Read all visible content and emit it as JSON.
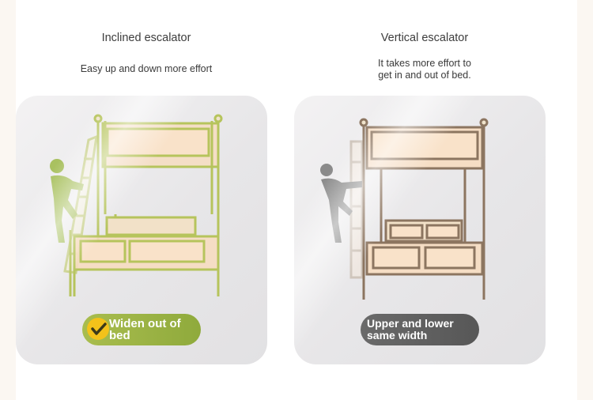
{
  "left": {
    "title": "Inclined escalator",
    "subtitle": "Easy up and down more effort",
    "badge_line1": "Widen out of",
    "badge_line2": "bed"
  },
  "right": {
    "title": "Vertical escalator",
    "subtitle_line1": "It takes more effort to",
    "subtitle_line2": "get in and out of bed.",
    "badge_line1": "Upper and lower",
    "badge_line2": "same width"
  },
  "colors": {
    "green_outline": "#b6c45c",
    "brown_outline": "#8c7560",
    "panel_fill": "#f6dcc0",
    "badge_green": "#9db345",
    "badge_dark": "#606060",
    "check_yellow": "#f3c21a"
  },
  "icons": [
    "check-icon",
    "climbing-person-icon",
    "bunk-bed-illustration"
  ]
}
